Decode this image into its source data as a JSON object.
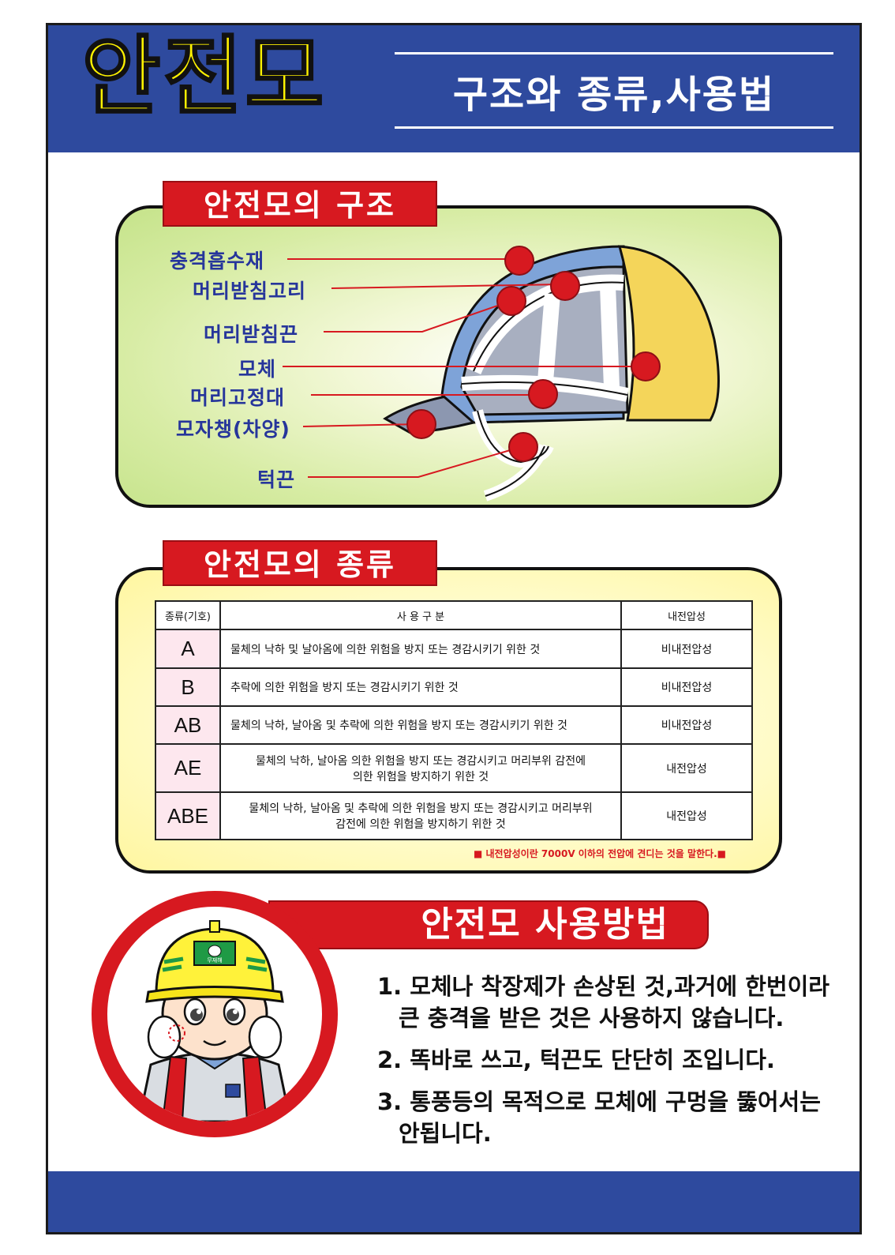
{
  "header": {
    "title": "안전모",
    "subtitle": "구조와 종류,사용법"
  },
  "structure": {
    "heading": "안전모의 구조",
    "parts": [
      "충격흡수재",
      "머리받침고리",
      "머리받침끈",
      "모체",
      "머리고정대",
      "모자챙(차양)",
      "턱끈"
    ]
  },
  "kinds": {
    "heading": "안전모의 종류",
    "columns": [
      "종류(기호)",
      "사 용 구 분",
      "내전압성"
    ],
    "rows": [
      {
        "symbol": "A",
        "use": "물체의 낙하 및 날아옴에 의한 위험을 방지 또는 경감시키기 위한 것",
        "use2": "",
        "resistance": "비내전압성"
      },
      {
        "symbol": "B",
        "use": "추락에 의한 위험을 방지 또는 경감시키기 위한 것",
        "use2": "",
        "resistance": "비내전압성"
      },
      {
        "symbol": "AB",
        "use": "물체의 낙하, 날아옴 및 추락에 의한 위험을 방지 또는 경감시키기 위한 것",
        "use2": "",
        "resistance": "비내전압성"
      },
      {
        "symbol": "AE",
        "use": "물체의 낙하, 날아옴 의한 위험을 방지 또는 경감시키고 머리부위 감전에",
        "use2": "의한 위험을 방지하기 위한 것",
        "resistance": "내전압성"
      },
      {
        "symbol": "ABE",
        "use": "물체의 낙하, 날아옴 및 추락에 의한 위험을 방지 또는 경감시키고 머리부위",
        "use2": "감전에 의한 위험을 방지하기 위한 것",
        "resistance": "내전압성"
      }
    ],
    "note": "■ 내전압성이란 7000V 이하의 전압에 견디는 것을 말한다.■"
  },
  "usage": {
    "heading": "안전모 사용방법",
    "badge_text": "무재해",
    "items": [
      "1. 모체나 착장제가 손상된 것,과거에 한번이라",
      "큰 충격을 받은 것은 사용하지 않습니다.",
      "2. 똑바로 쓰고, 턱끈도 단단히 조입니다.",
      "3. 통풍등의 목적으로 모체에 구멍을 뚫어서는",
      "안됩니다."
    ]
  },
  "colors": {
    "header_blue": "#2e4a9e",
    "title_yellow": "#fff200",
    "accent_red": "#d71920",
    "label_blue": "#26359b"
  }
}
